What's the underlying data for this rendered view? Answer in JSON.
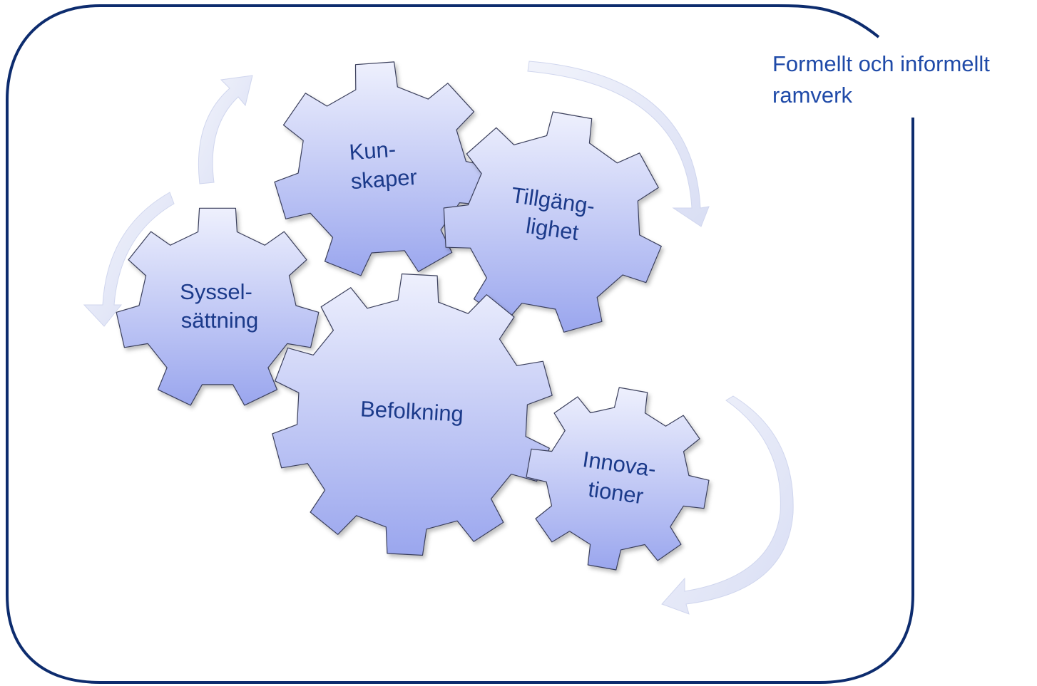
{
  "frame": {
    "title_line1": "Formellt och informellt",
    "title_line2": "ramverk",
    "border_color": "#0d2c6e",
    "text_color": "#1f4aa8"
  },
  "gears": {
    "kunskaper": {
      "line1": "Kun-",
      "line2": "skaper"
    },
    "tillganglighet": {
      "line1": "Tillgäng-",
      "line2": "lighet"
    },
    "sysselsattning": {
      "line1": "Syssel-",
      "line2": "sättning"
    },
    "befolkning": {
      "line1": "Befolkning"
    },
    "innovationer": {
      "line1": "Innova-",
      "line2": "tioner"
    }
  },
  "colors": {
    "gear_fill_light": "#eef0fd",
    "gear_fill_dark": "#9aa6ee",
    "gear_stroke": "#3b3f5c",
    "arrow_fill": "#e3e7f8",
    "label_color": "#1b3a8a"
  },
  "icons": [
    "gear-icon",
    "curved-arrow-icon"
  ]
}
